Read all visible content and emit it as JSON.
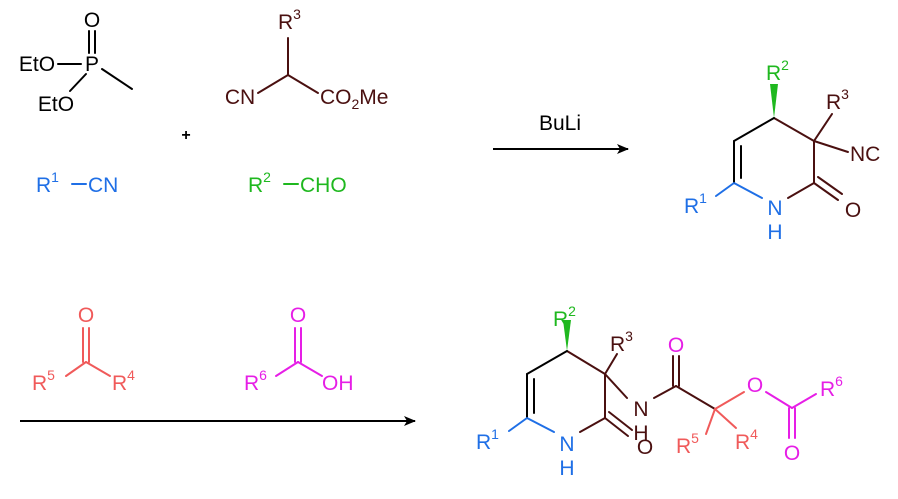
{
  "colors": {
    "black": "#000000",
    "blue": "#1f6fe6",
    "green": "#1fb81f",
    "brown": "#4a1010",
    "salmon": "#f05a5a",
    "magenta": "#e61ee6"
  },
  "reaction1": {
    "reagent": "BuLi",
    "phosphonate": {
      "label_p": "P",
      "label_o": "O",
      "label_eto1": "EtO",
      "label_eto2": "EtO"
    },
    "isocyanoester": {
      "cn": "CN",
      "r": "R",
      "r_sup": "3",
      "co2": "CO",
      "co2_sub": "2",
      "me": "Me"
    },
    "plus": "+",
    "nitrile": {
      "r": "R",
      "r_sup": "1",
      "group": "CN"
    },
    "aldehyde": {
      "r": "R",
      "r_sup": "2",
      "group": "CHO"
    },
    "product": {
      "r1": "R",
      "r1_sup": "1",
      "r2": "R",
      "r2_sup": "2",
      "r3": "R",
      "r3_sup": "3",
      "nc": "NC",
      "n": "N",
      "h": "H",
      "o": "O"
    }
  },
  "reaction2": {
    "ketone": {
      "o": "O",
      "r5": "R",
      "r5_sup": "5",
      "r4": "R",
      "r4_sup": "4"
    },
    "acid": {
      "o": "O",
      "r6": "R",
      "r6_sup": "6",
      "oh": "OH"
    },
    "product": {
      "r1": "R",
      "r1_sup": "1",
      "r2": "R",
      "r2_sup": "2",
      "r3": "R",
      "r3_sup": "3",
      "n_ring": "N",
      "h_ring": "H",
      "o_ring": "O",
      "n_amide": "N",
      "h_amide": "H",
      "o_amide": "O",
      "r5": "R",
      "r5_sup": "5",
      "r4": "R",
      "r4_sup": "4",
      "o_ester": "O",
      "o_carbonyl": "O",
      "r6": "R",
      "r6_sup": "6"
    }
  }
}
